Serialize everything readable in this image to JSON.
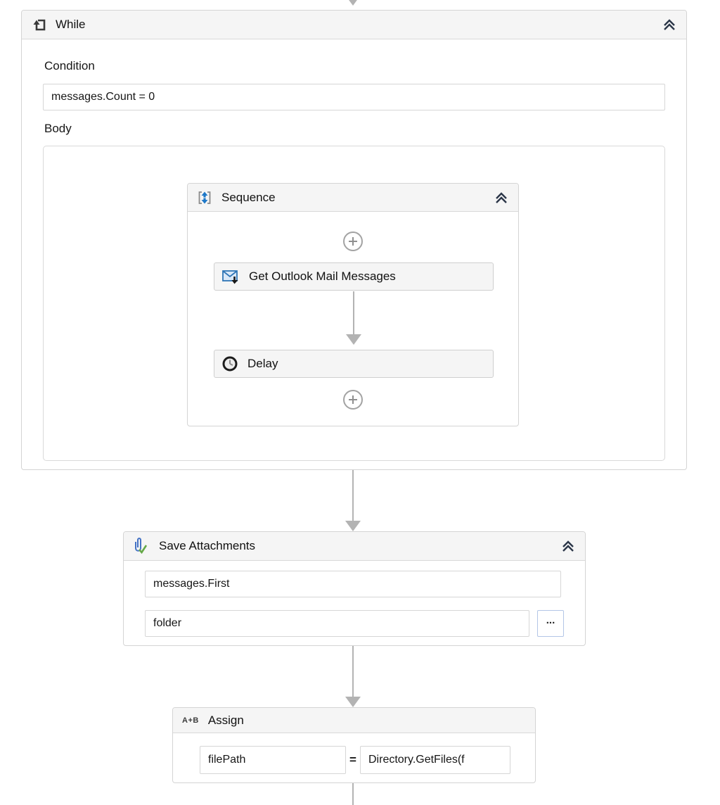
{
  "accent_colors": {
    "icon_blue": "#1e78c8",
    "icon_green": "#64a847",
    "header_gray": "#f5f5f5",
    "border_gray": "#d4d4d4",
    "arrow_gray": "#b3b3b3",
    "chevron_dark": "#2b3648"
  },
  "icons": {
    "while": "loop-icon",
    "sequence": "sequence-icon",
    "get_mail": "envelope-download-icon",
    "delay": "clock-icon",
    "save_attachments": "paperclip-check-icon",
    "assign": "a-plus-b-icon",
    "collapse": "double-chevron-up-icon",
    "add": "plus-circle-icon"
  },
  "while_activity": {
    "title": "While",
    "condition_label": "Condition",
    "condition_value": "messages.Count = 0",
    "body_label": "Body"
  },
  "sequence_activity": {
    "title": "Sequence"
  },
  "get_mail_activity": {
    "label": "Get Outlook Mail Messages"
  },
  "delay_activity": {
    "label": "Delay"
  },
  "save_attachments_activity": {
    "title": "Save Attachments",
    "message_value": "messages.First",
    "folder_value": "folder",
    "browse_label": "..."
  },
  "assign_activity": {
    "title": "Assign",
    "icon_text": "A+B",
    "to_value": "filePath",
    "equals": "=",
    "value_expression": "Directory.GetFiles(f"
  }
}
